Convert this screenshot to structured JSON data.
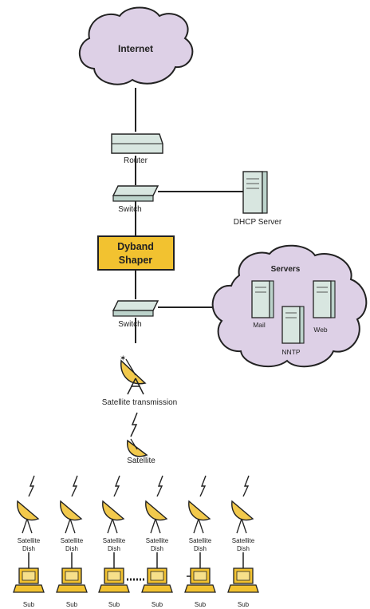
{
  "internet": {
    "label": "Internet"
  },
  "router": {
    "label": "Router"
  },
  "switch_top": {
    "label": "Switch"
  },
  "dhcp": {
    "label": "DHCP Server"
  },
  "shaper": {
    "line1": "Dyband",
    "line2": "Shaper"
  },
  "servers_cloud": {
    "label": "Servers",
    "mail": "Mail",
    "nntp": "NNTP",
    "web": "Web"
  },
  "switch_bottom": {
    "label": "Switch"
  },
  "satellite_transmission": {
    "label": "Satellite transmission"
  },
  "satellite": {
    "label": "Satellite"
  },
  "dish_label": {
    "line1": "Satellite",
    "line2": "Dish"
  },
  "pc_label": "Sub",
  "colors": {
    "cloud_fill": "#ddd0e6",
    "shaper_fill": "#f2c230",
    "device_fill": "#d8e6e0",
    "dish_fill": "#f2c94c",
    "pc_fill": "#f2c230",
    "line": "#222222"
  }
}
